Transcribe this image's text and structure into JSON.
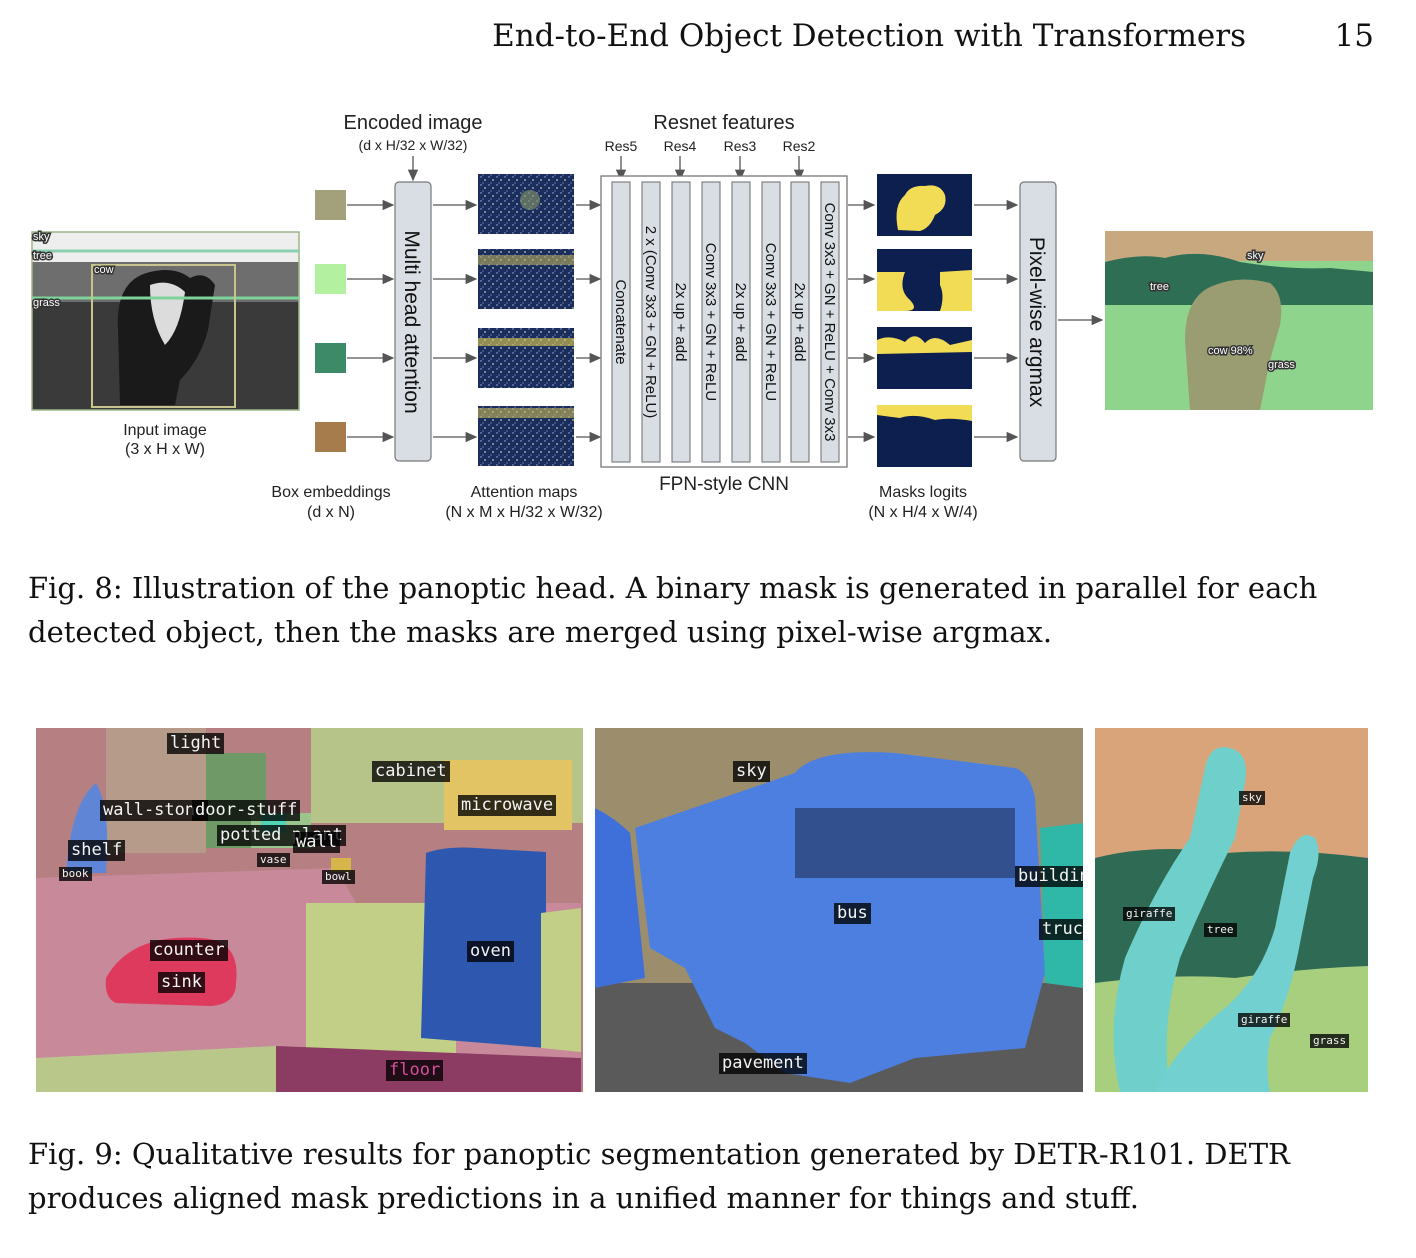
{
  "header": {
    "running_title": "End-to-End Object Detection with Transformers",
    "page_number": "15"
  },
  "fig8": {
    "caption": "Fig. 8: Illustration of the panoptic head. A binary mask is generated in parallel for each detected object, then the masks are merged using pixel-wise argmax.",
    "input_image": {
      "title": "Input image",
      "dims": "(3 x H x W)",
      "box_labels": [
        "sky",
        "tree",
        "cow",
        "grass"
      ]
    },
    "box_embeddings": {
      "title": "Box embeddings",
      "dims": "(d x N)",
      "colors": [
        "#a3a17b",
        "#b3f09f",
        "#3c8a67",
        "#a67c4c"
      ]
    },
    "encoded_image": {
      "title": "Encoded image",
      "dims": "(d x H/32 x W/32)"
    },
    "mha_label": "Multi head attention",
    "attention_maps": {
      "title": "Attention maps",
      "dims": "(N x M x H/32 x W/32)"
    },
    "fpn": {
      "top_title": "Resnet features",
      "bottom_title": "FPN-style CNN",
      "res_labels": [
        "Res5",
        "Res4",
        "Res3",
        "Res2"
      ],
      "column_labels": [
        "Concatenate",
        "2 x (Conv 3x3 + GN + ReLU)",
        "2x up + add",
        "Conv 3x3 + GN + ReLU",
        "2x up + add",
        "Conv 3x3 + GN + ReLU",
        "2x up + add",
        "Conv 3x3 + GN + ReLU + Conv 3x3"
      ]
    },
    "masks_logits": {
      "title": "Masks logits",
      "dims": "(N x H/4 x W/4)"
    },
    "argmax_label": "Pixel-wise argmax",
    "output_labels": [
      "sky",
      "tree",
      "cow 98%",
      "grass"
    ]
  },
  "fig9": {
    "caption": "Fig. 9: Qualitative results for panoptic segmentation generated by DETR-R101. DETR produces aligned mask predictions in a unified manner for things and stuff.",
    "kitchen_labels": [
      "light",
      "cabinet",
      "microwave",
      "wall-stone",
      "door-stuff",
      "potted plant",
      "wall",
      "shelf",
      "vase",
      "book",
      "bowl",
      "counter",
      "oven",
      "sink",
      "floor"
    ],
    "bus_labels": [
      "sky",
      "building",
      "bus",
      "truck",
      "pavement"
    ],
    "giraffe_labels": [
      "sky",
      "giraffe",
      "tree",
      "giraffe",
      "grass"
    ]
  }
}
